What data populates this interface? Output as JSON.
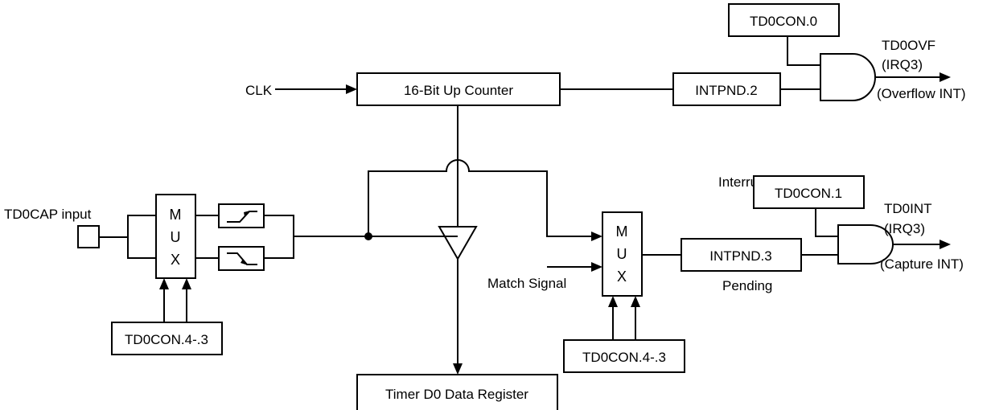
{
  "inputs": {
    "clk": "CLK",
    "td0cap": "TD0CAP input",
    "match": "Match Signal"
  },
  "blocks": {
    "counter": "16-Bit Up Counter",
    "intpnd2": "INTPND.2",
    "intpnd3": "INTPND.3",
    "td0con0": "TD0CON.0",
    "td0con1": "TD0CON.1",
    "td0con43_left": "TD0CON.4-.3",
    "td0con43_right": "TD0CON.4-.3",
    "data_register": "Timer D0 Data Register"
  },
  "mux": {
    "letters": [
      "M",
      "U",
      "X"
    ]
  },
  "labels": {
    "interrupt_enable": "Interrupt Enable/Disable",
    "pending": "Pending"
  },
  "outputs": {
    "overflow": {
      "name": "TD0OVF",
      "irq": "(IRQ3)",
      "desc": "(Overflow INT)"
    },
    "capture": {
      "name": "TD0INT",
      "irq": "(IRQ3)",
      "desc": "(Capture INT)"
    }
  }
}
